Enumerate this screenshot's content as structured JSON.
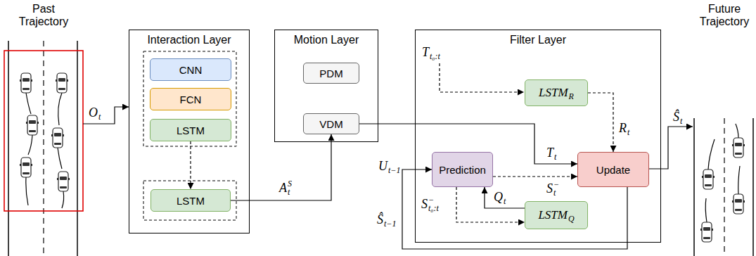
{
  "diagram": {
    "nodes": [
      {
        "text": [
          "Interaction Layer"
        ]
      },
      {
        "text": [
          "CNN"
        ],
        "in": 0
      },
      {
        "text": [
          "FCN"
        ],
        "in": 0
      },
      {
        "text": [
          "LSTM"
        ],
        "in": 0
      },
      {
        "text": [
          "LSTM"
        ],
        "in": 0
      },
      {
        "text": [
          "Motion Layer"
        ]
      },
      {
        "text": [
          "PDM"
        ],
        "in": 5
      },
      {
        "text": [
          "VDM"
        ],
        "in": 5
      },
      {
        "text": [
          "Filter Layer"
        ]
      },
      {
        "text": [
          "LSTM",
          "R"
        ],
        "in": 8
      },
      {
        "text": [
          "Prediction"
        ],
        "in": 8
      },
      {
        "text": [
          "Update"
        ],
        "in": 8
      },
      {
        "text": [
          "LSTM",
          "Q"
        ],
        "in": 8
      }
    ],
    "edges": [
      {
        "from": 3,
        "to": 4,
        "arrow": "to"
      },
      {
        "from": 4,
        "to": 7,
        "arrow": "to"
      },
      {
        "from": 7,
        "to": 11,
        "arrow": "to"
      },
      {
        "from": 10,
        "to": 11,
        "arrow": "to"
      },
      {
        "from": 9,
        "to": 11,
        "arrow": "to"
      },
      {
        "from": 10,
        "to": 12,
        "arrow": "to"
      },
      {
        "from": 12,
        "to": 10,
        "arrow": "to"
      },
      {
        "from": 11,
        "to": 10,
        "arrow": "to"
      }
    ],
    "labels": [
      "Past Trajectory",
      "Future Trajectory",
      "O",
      "t",
      "A",
      "t",
      "S",
      "U",
      "t−1",
      "T",
      "t",
      "S",
      "t",
      "−",
      "T",
      "t₀:t",
      "R",
      "t",
      "Ŝ",
      "t",
      "Ŝ",
      "t−1",
      "S",
      "t₀:t",
      "−",
      "Q",
      "t"
    ]
  }
}
